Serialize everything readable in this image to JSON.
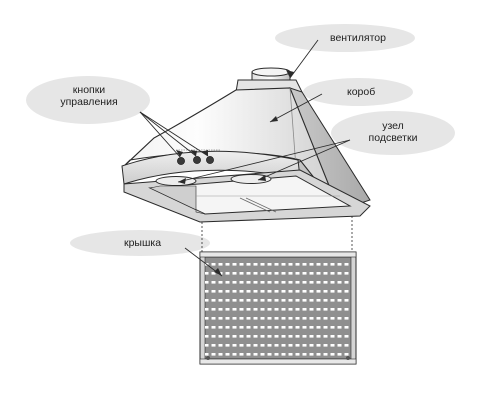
{
  "labels": {
    "fan": "вентилятор",
    "body": "короб",
    "controls_line1": "кнопки",
    "controls_line2": "управления",
    "lighting_line1": "узел",
    "lighting_line2": "подсветки",
    "cover": "крышка"
  },
  "colors": {
    "label_bubble": "#e6e6e6",
    "metal_light": "#f7f7f7",
    "metal_mid": "#dcdcdc",
    "metal_dark": "#9a9a9a",
    "outline": "#2b2b2b"
  }
}
